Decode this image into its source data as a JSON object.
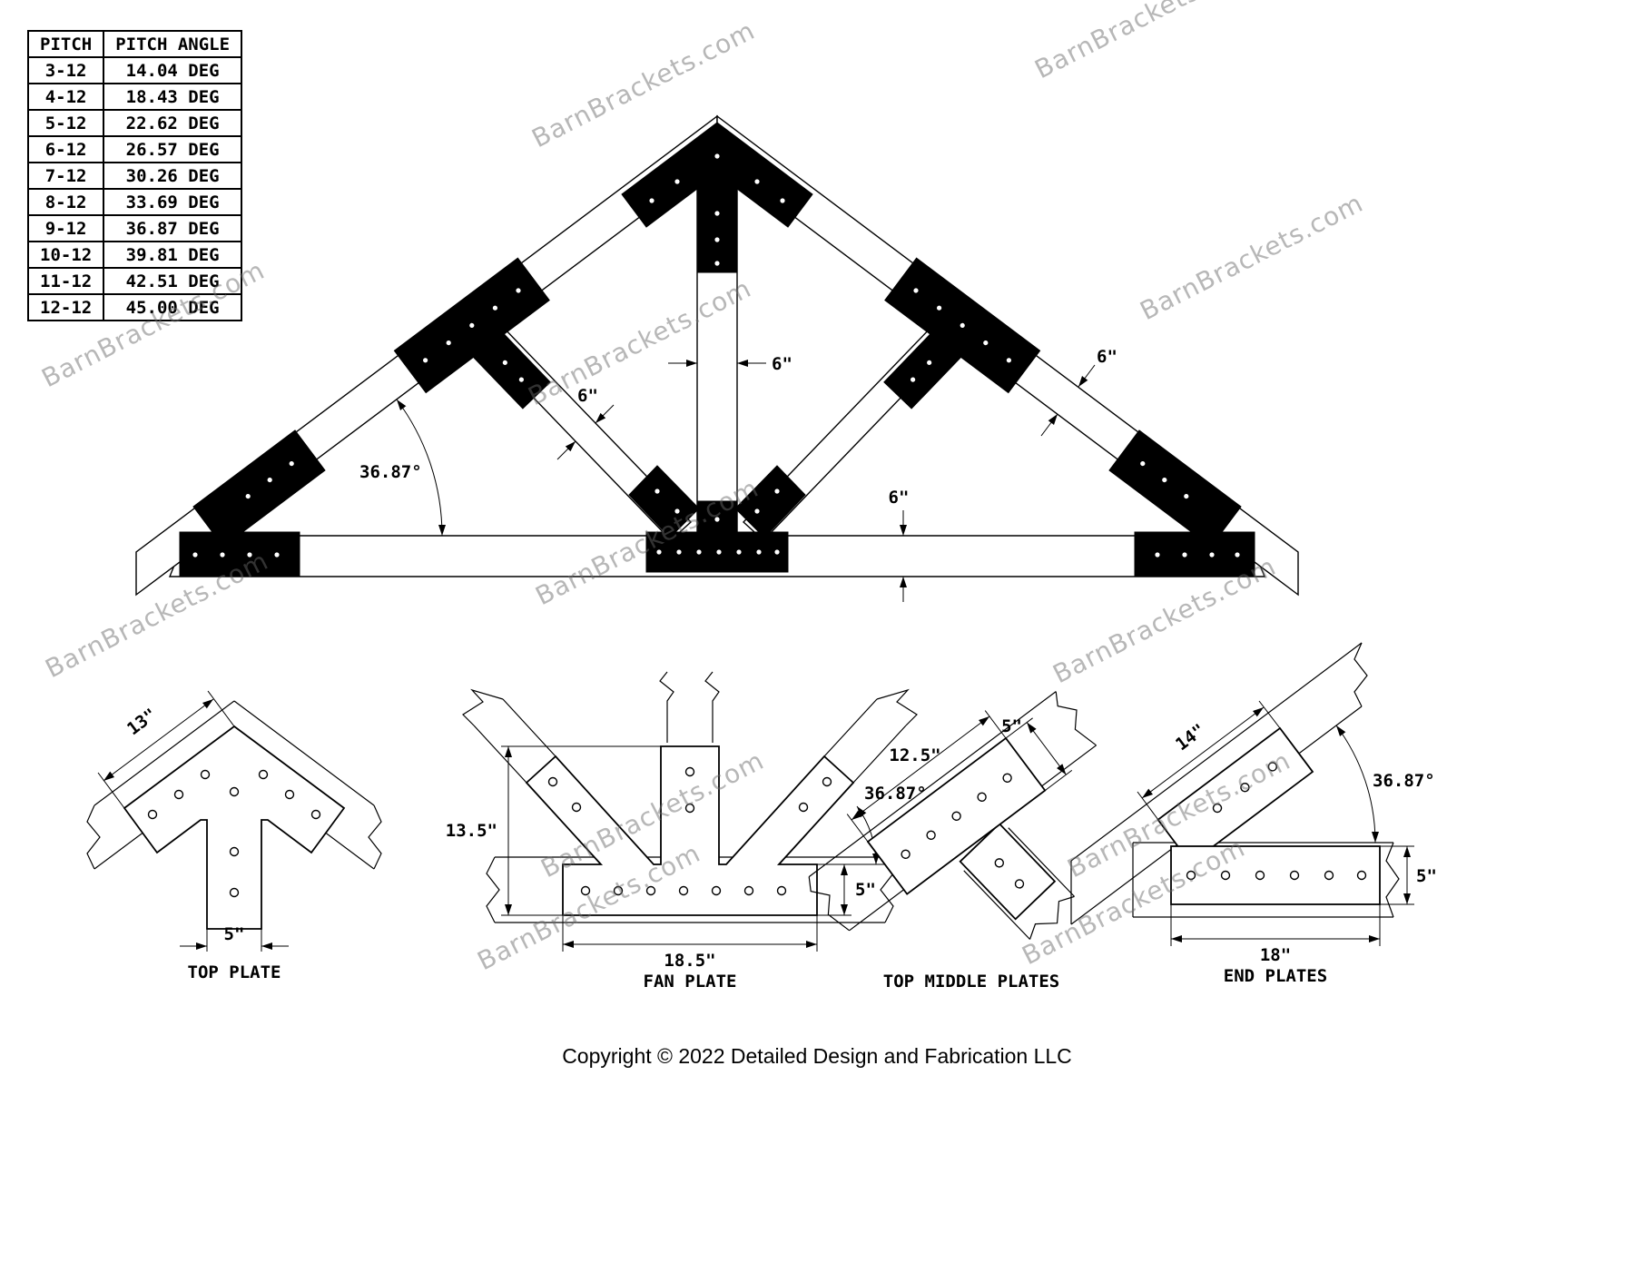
{
  "watermark": "BarnBrackets.com",
  "copyright": "Copyright © 2022 Detailed Design and Fabrication LLC",
  "pitch_table": {
    "headers": [
      "PITCH",
      "PITCH ANGLE"
    ],
    "rows": [
      [
        "3-12",
        "14.04 DEG"
      ],
      [
        "4-12",
        "18.43 DEG"
      ],
      [
        "5-12",
        "22.62 DEG"
      ],
      [
        "6-12",
        "26.57 DEG"
      ],
      [
        "7-12",
        "30.26 DEG"
      ],
      [
        "8-12",
        "33.69 DEG"
      ],
      [
        "9-12",
        "36.87 DEG"
      ],
      [
        "10-12",
        "39.81 DEG"
      ],
      [
        "11-12",
        "42.51 DEG"
      ],
      [
        "12-12",
        "45.00 DEG"
      ]
    ]
  },
  "truss": {
    "angle_label": "36.87°",
    "king_post_dim": "6\"",
    "strut_dim": "6\"",
    "rafter_dim": "6\"",
    "chord_dim": "6\""
  },
  "details": {
    "top_plate": {
      "label": "TOP PLATE",
      "dim_edge": "13\"",
      "dim_stem": "5\""
    },
    "fan_plate": {
      "label": "FAN PLATE",
      "dim_height": "13.5\"",
      "dim_base": "18.5\"",
      "dim_side": "5\"",
      "dim_angle": "36.87°"
    },
    "top_middle": {
      "label": "TOP MIDDLE PLATES",
      "dim_length": "12.5\"",
      "dim_width": "5\""
    },
    "end_plates": {
      "label": "END PLATES",
      "dim_arm": "14\"",
      "dim_angle": "36.87°",
      "dim_side": "5\"",
      "dim_base": "18\""
    }
  }
}
